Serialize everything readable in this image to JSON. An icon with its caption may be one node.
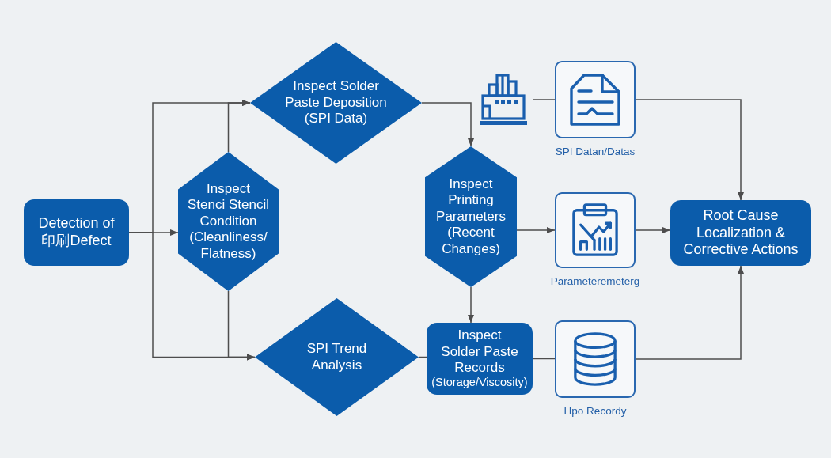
{
  "diagram": {
    "nodes": [
      {
        "text": [
          "Detection of 印刷Defect"
        ]
      },
      {
        "text": [
          "Inspect Stenci Stencil Condition (Cleanliness/ Flatness)"
        ]
      },
      {
        "text": [
          "Inspect Solder Paste Deposition (SPI Data)"
        ]
      },
      {
        "text": [
          "Inspect Printing Parameters (Recent Changes)"
        ]
      },
      {
        "text": [
          "SPI Trend Analysis"
        ]
      },
      {
        "text": [
          "Inspect Solder Paste Records",
          "(Storage/Viscosity)"
        ]
      },
      {
        "text": [],
        "shape": "picture"
      },
      {
        "text": [],
        "shape": "picture",
        "beside": [
          "SPI Datan/Datas"
        ]
      },
      {
        "text": [],
        "shape": "picture",
        "beside": [
          "Parameteremeterg"
        ]
      },
      {
        "text": [],
        "shape": "picture",
        "beside": [
          "Hpo Recordy"
        ]
      },
      {
        "text": [
          "Root Cause Localization & Corrective Actions"
        ]
      }
    ],
    "edges": [
      {
        "from": 0,
        "to": 1,
        "arrow": "to"
      },
      {
        "from": 0,
        "to": 2,
        "arrow": "to"
      },
      {
        "from": 0,
        "to": 4,
        "arrow": "to"
      },
      {
        "from": 1,
        "to": 2,
        "arrow": "to"
      },
      {
        "from": 1,
        "to": 4,
        "arrow": "to"
      },
      {
        "from": 2,
        "to": 3,
        "arrow": "to"
      },
      {
        "from": 3,
        "to": 5,
        "arrow": "to"
      },
      {
        "from": 3,
        "to": 8,
        "arrow": "to"
      },
      {
        "from": 8,
        "to": 10,
        "arrow": "to"
      },
      {
        "from": 4,
        "to": 5,
        "arrow": "none"
      },
      {
        "from": 5,
        "to": 9,
        "arrow": "none"
      },
      {
        "from": 9,
        "to": 10,
        "arrow": "to"
      },
      {
        "from": 6,
        "to": 7,
        "arrow": "none"
      },
      {
        "from": 7,
        "to": 10,
        "arrow": "to"
      }
    ]
  }
}
